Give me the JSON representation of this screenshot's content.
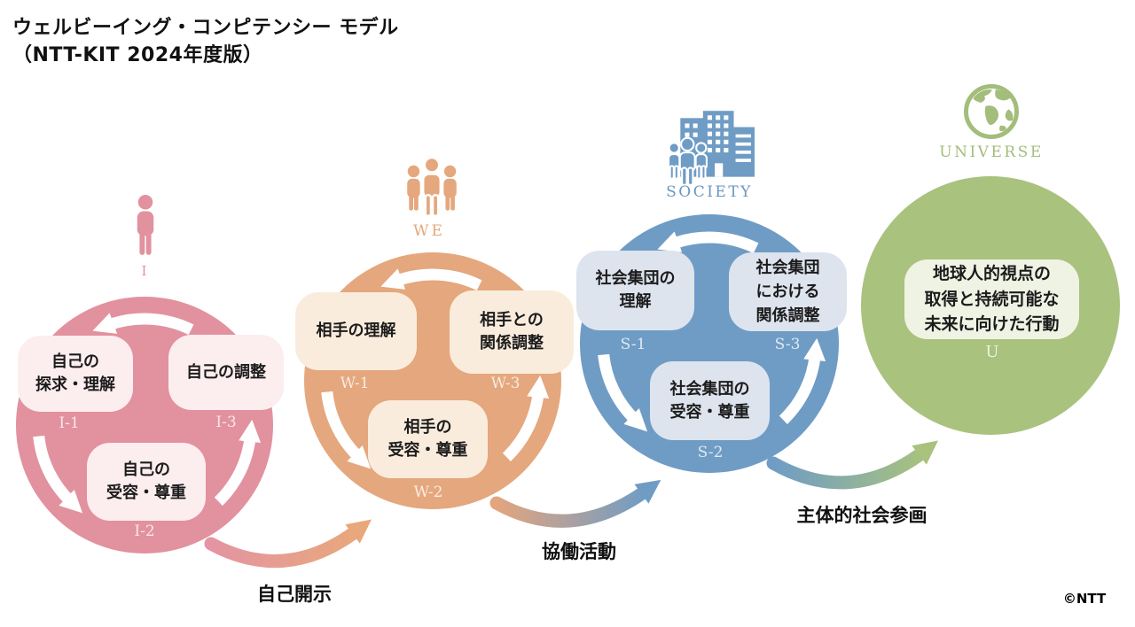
{
  "title": {
    "line1": "ウェルビーイング・コンピテンシー モデル",
    "line2": "（NTT-KIT 2024年度版）"
  },
  "palette": {
    "pink": "#e2919f",
    "pink_light": "#fcedef",
    "orange": "#e5a77d",
    "orange_light": "#faecdc",
    "blue": "#6f9cc5",
    "blue_light": "#dde4ee",
    "green": "#a9c27e",
    "green_light": "#eff3e4",
    "arrow_white": "#ffffff",
    "text_dark": "#1c1c1c"
  },
  "circles": [
    {
      "caption": "I",
      "icon": "person-icon",
      "color": "#e2919f",
      "box_bg": "#fcedef",
      "box1": {
        "code": "I-1",
        "text": "自己の\n探求・理解"
      },
      "box2": {
        "code": "I-2",
        "text": "自己の\n受容・尊重"
      },
      "box3": {
        "code": "I-3",
        "text": "自己の調整"
      }
    },
    {
      "caption": "WE",
      "icon": "people-icon",
      "color": "#e5a77d",
      "box_bg": "#faecdc",
      "box1": {
        "code": "W-1",
        "text": "相手の理解"
      },
      "box2": {
        "code": "W-2",
        "text": "相手の\n受容・尊重"
      },
      "box3": {
        "code": "W-3",
        "text": "相手との\n関係調整"
      }
    },
    {
      "caption": "SOCIETY",
      "icon": "society-icon",
      "color": "#6f9cc5",
      "box_bg": "#dde4ee",
      "box1": {
        "code": "S-1",
        "text": "社会集団の\n理解"
      },
      "box2": {
        "code": "S-2",
        "text": "社会集団の\n受容・尊重"
      },
      "box3": {
        "code": "S-3",
        "text": "社会集団\nにおける\n関係調整"
      }
    },
    {
      "caption": "UNIVERSE",
      "icon": "globe-icon",
      "color": "#a9c27e",
      "box_bg": "#eff3e4",
      "box1": {
        "code": "U",
        "text": "地球人的視点の\n取得と持続可能な\n未来に向けた行動"
      }
    }
  ],
  "transitions": [
    {
      "label": "自己開示"
    },
    {
      "label": "協働活動"
    },
    {
      "label": "主体的社会参画"
    }
  ],
  "copyright": "©NTT"
}
